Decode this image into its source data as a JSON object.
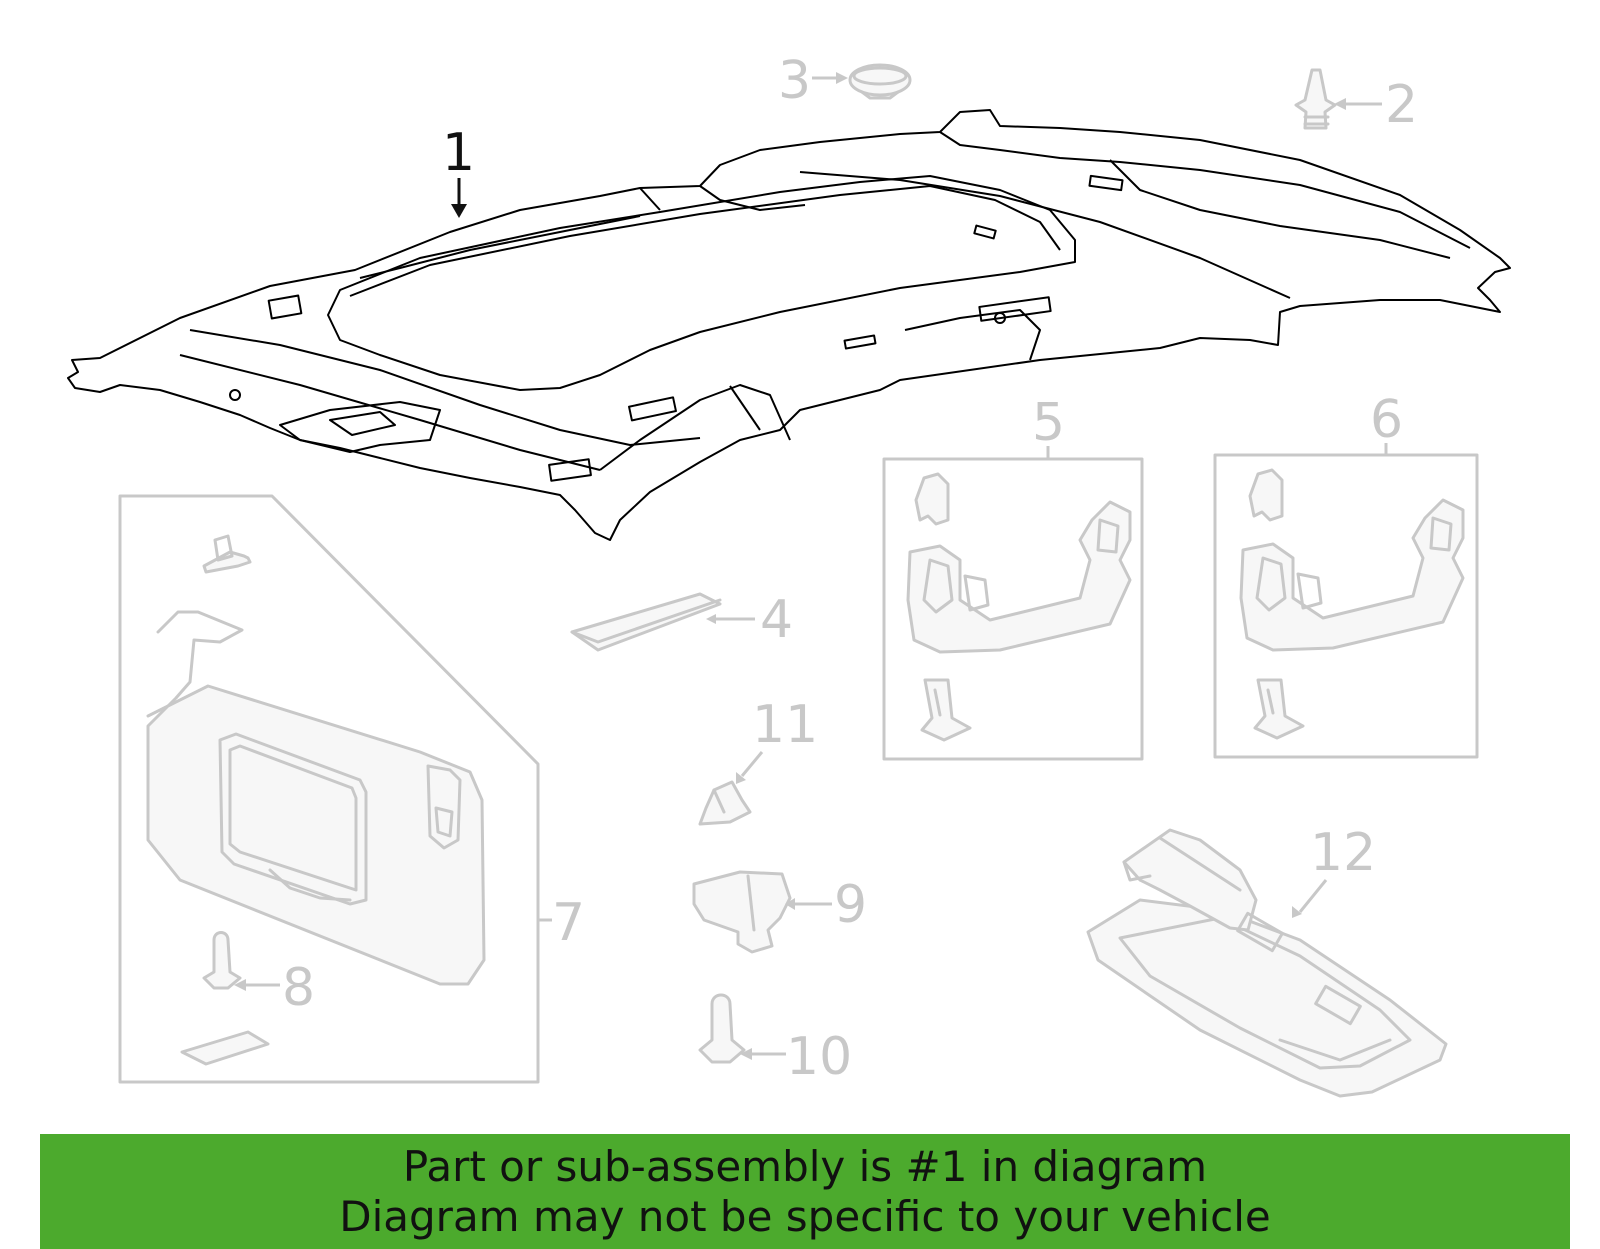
{
  "colors": {
    "highlight": "#4caa2d",
    "banner": "#4caa2d",
    "outline": "#000000",
    "faded_part": "#c8c8c8",
    "callout_highlight": "#111111"
  },
  "highlighted_callout": "1",
  "callouts": [
    "1",
    "2",
    "3",
    "4",
    "5",
    "6",
    "7",
    "8",
    "9",
    "10",
    "11",
    "12"
  ],
  "banner": {
    "line1": "Part or sub-assembly is #1 in diagram",
    "line2": "Diagram may not be specific to your vehicle"
  }
}
